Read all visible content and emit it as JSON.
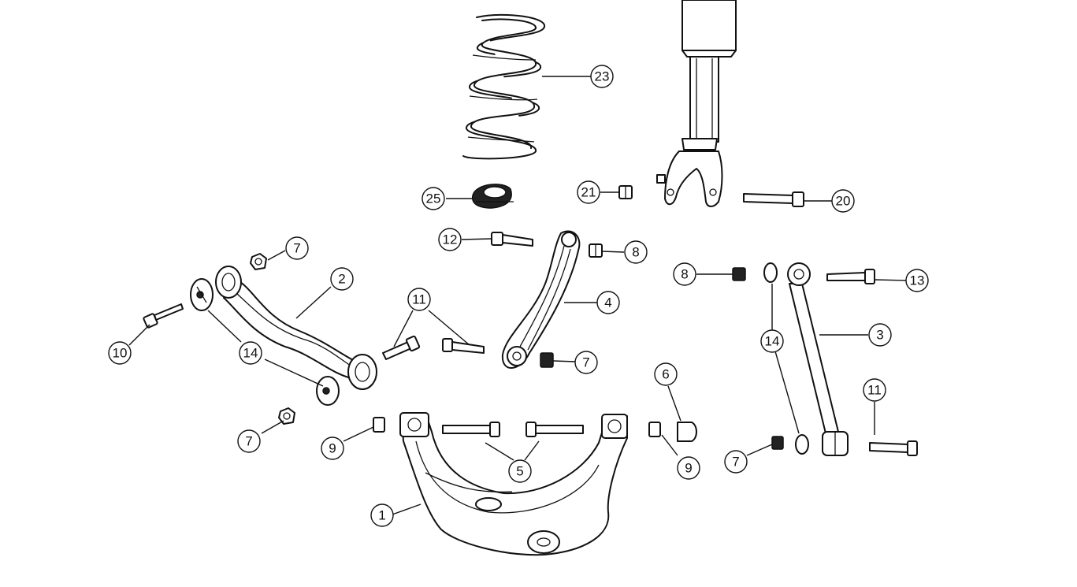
{
  "diagram": {
    "callouts": {
      "c1": "1",
      "c2": "2",
      "c3": "3",
      "c4": "4",
      "c5": "5",
      "c6": "6",
      "c7a": "7",
      "c7b": "7",
      "c7c": "7",
      "c7d": "7",
      "c8a": "8",
      "c8b": "8",
      "c9a": "9",
      "c9b": "9",
      "c10": "10",
      "c11a": "11",
      "c11b": "11",
      "c12": "12",
      "c13": "13",
      "c14a": "14",
      "c14b": "14",
      "c20": "20",
      "c21": "21",
      "c23": "23",
      "c25": "25"
    }
  }
}
